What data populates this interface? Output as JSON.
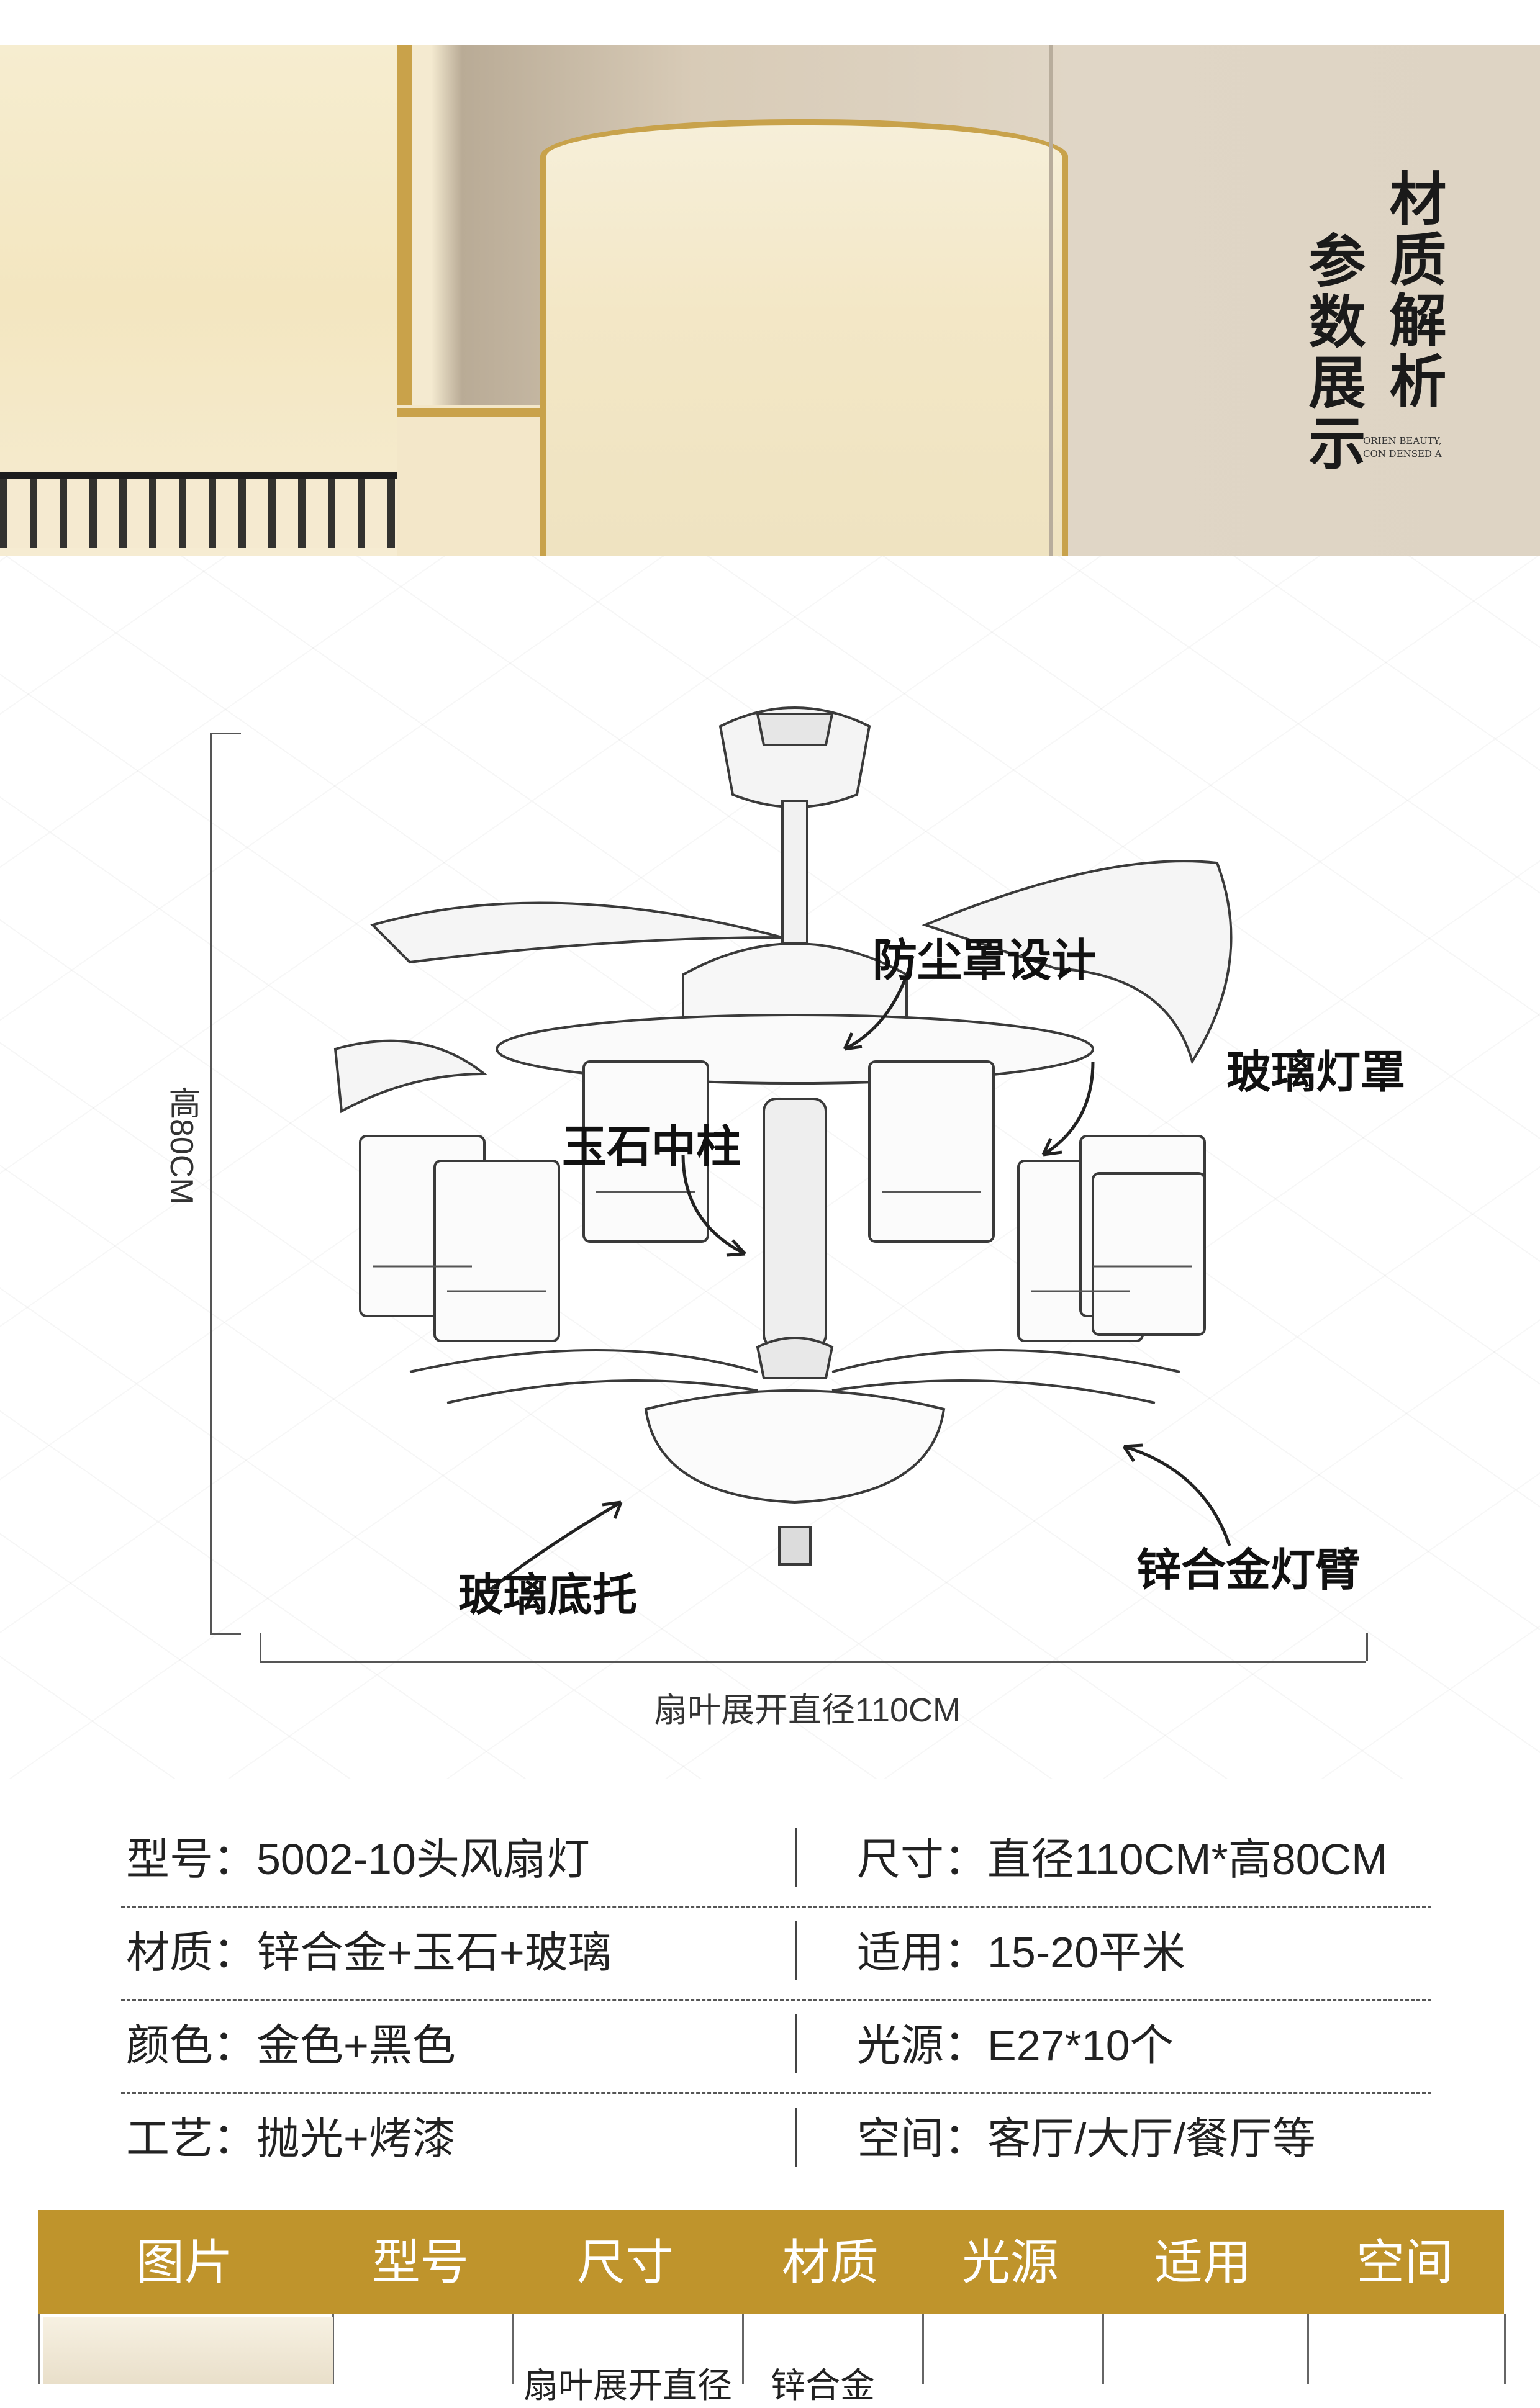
{
  "hero": {
    "title_col1": "材质解析",
    "title_col2": "参数展示",
    "subtitle_en": "ORIEN BEAUTY, CON DENSED A"
  },
  "diagram": {
    "height_label": "高80CM",
    "width_label": "扇叶展开直径110CM",
    "callouts": {
      "dust_cover": "防尘罩设计",
      "glass_shade": "玻璃灯罩",
      "jade_column": "玉石中柱",
      "glass_base": "玻璃底托",
      "zinc_arm": "锌合金灯臂"
    }
  },
  "specs": {
    "rows": [
      {
        "left": "型号：5002-10头风扇灯",
        "right": "尺寸：直径110CM*高80CM"
      },
      {
        "left": "材质：锌合金+玉石+玻璃",
        "right": "适用：15-20平米"
      },
      {
        "left": "颜色：金色+黑色",
        "right": "光源：E27*10个"
      },
      {
        "left": "工艺：抛光+烤漆",
        "right": "空间：客厅/大厅/餐厅等"
      }
    ]
  },
  "table": {
    "headers": [
      "图片",
      "型号",
      "尺寸",
      "材质",
      "光源",
      "适用",
      "空间"
    ],
    "first_row": {
      "size": "扇叶展开直径",
      "material": "锌合金"
    }
  },
  "colors": {
    "accent_gold": "#bf942c",
    "text_dark": "#222222"
  }
}
